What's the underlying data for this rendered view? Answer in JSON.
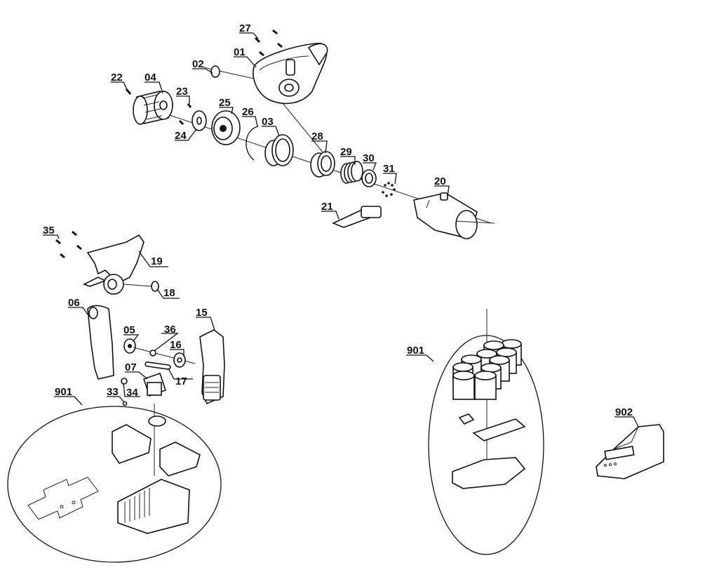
{
  "diagram": {
    "type": "exploded-parts-view",
    "labels": {
      "p01": "01",
      "p02": "02",
      "p03": "03",
      "p04": "04",
      "p05": "05",
      "p06": "06",
      "p07": "07",
      "p15": "15",
      "p16": "16",
      "p17": "17",
      "p18": "18",
      "p19": "19",
      "p20": "20",
      "p21": "21",
      "p22": "22",
      "p23": "23",
      "p24": "24",
      "p25": "25",
      "p26": "26",
      "p27": "27",
      "p28": "28",
      "p29": "29",
      "p30": "30",
      "p31": "31",
      "p33": "33",
      "p34": "34",
      "p35": "35",
      "p36": "36",
      "p901a": "901",
      "p901b": "901",
      "p902": "902"
    }
  }
}
